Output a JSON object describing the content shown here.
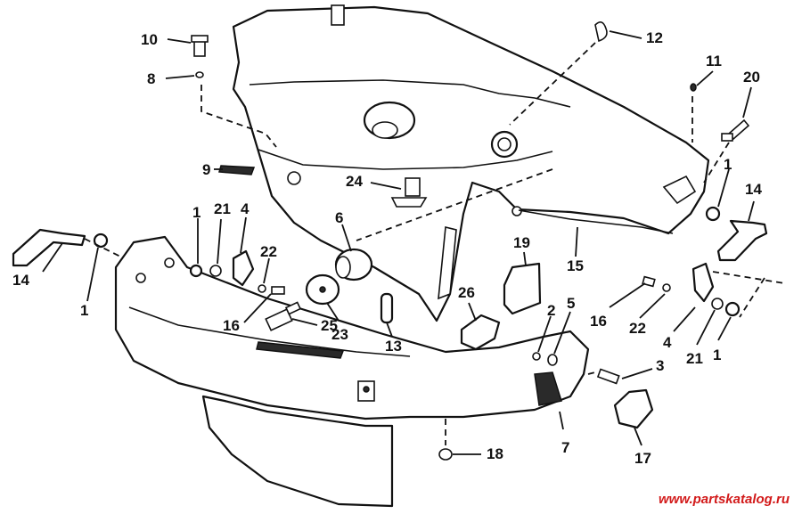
{
  "callouts": {
    "c10": "10",
    "c8": "8",
    "c12": "12",
    "c11": "11",
    "c20": "20",
    "c9": "9",
    "c24": "24",
    "c1_a": "1",
    "c21_a": "21",
    "c4_a": "4",
    "c6": "6",
    "c22_a": "22",
    "c14_a": "14",
    "c1_b": "1",
    "c16_a": "16",
    "c25": "25",
    "c23": "23",
    "c13": "13",
    "c19": "19",
    "c26": "26",
    "c15": "15",
    "c1_c": "1",
    "c14_b": "14",
    "c16_b": "16",
    "c22_b": "22",
    "c2": "2",
    "c5": "5",
    "c4_b": "4",
    "c21_b": "21",
    "c1_d": "1",
    "c3": "3",
    "c7": "7",
    "c17": "17",
    "c18": "18"
  },
  "watermark": "www.partskatalog.ru"
}
